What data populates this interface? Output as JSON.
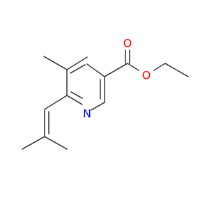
{
  "molecule": {
    "atoms": {
      "ring_nitrogen": "N",
      "carbonyl_oxygen": "O",
      "ester_oxygen": "O"
    },
    "colors": {
      "bond": "#404040",
      "nitrogen": "#0000ff",
      "oxygen": "#ff0000",
      "background": "#ffffff"
    }
  }
}
